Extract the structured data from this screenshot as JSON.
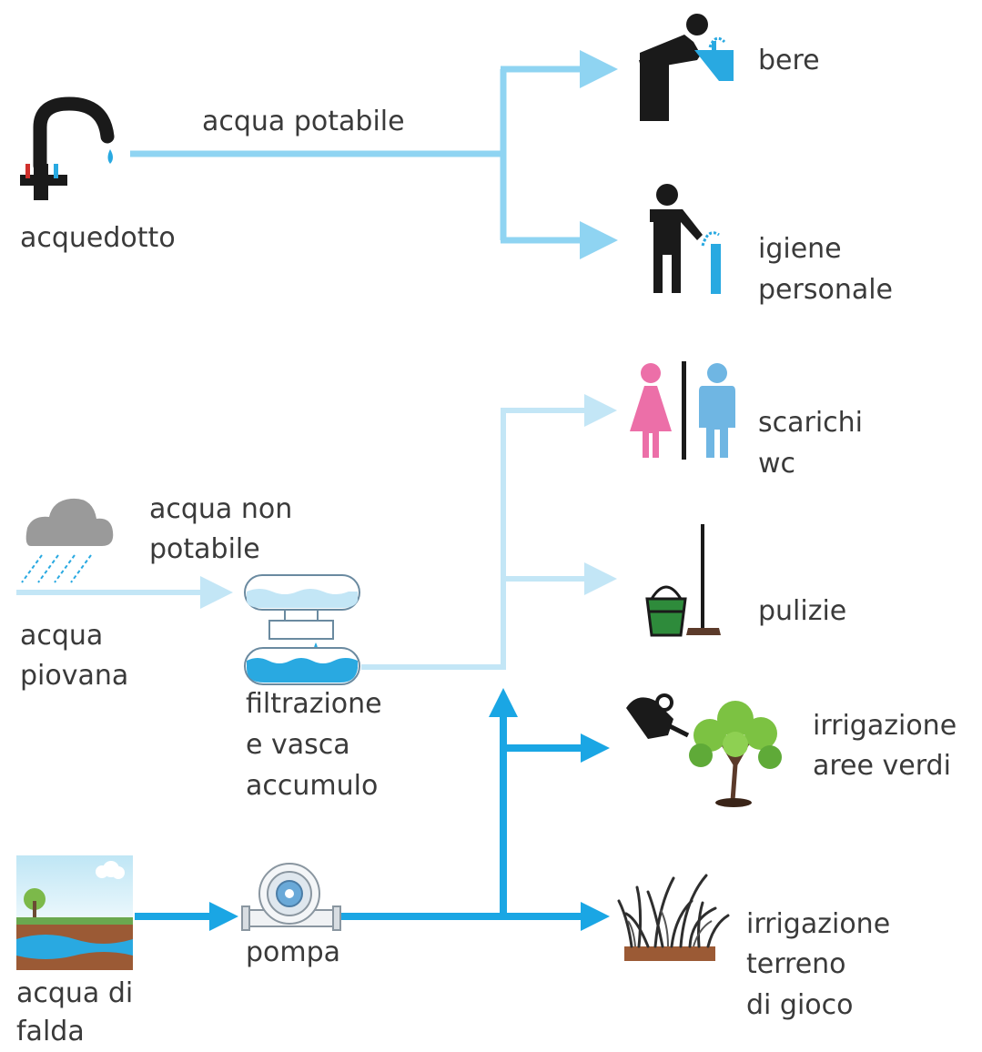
{
  "colors": {
    "potable": "#8fd4f2",
    "non_potable": "#c3e6f6",
    "groundwater": "#1aa6e4",
    "icon_dark": "#1a1a1a",
    "icon_blue": "#29a9e1",
    "pink": "#ec6fa8",
    "light_blue": "#6fb6e3",
    "cloud": "#9a9a9a",
    "green": "#2e8b3b",
    "leaf": "#7cc242",
    "soil": "#9b5a35"
  },
  "sources": {
    "aqueduct": {
      "label": "acquedotto",
      "icon": "faucet-icon"
    },
    "rainwater": {
      "line1": "acqua",
      "line2": "piovana",
      "icon": "rain-cloud-icon"
    },
    "groundwater": {
      "line1": "acqua di",
      "line2": "falda",
      "icon": "aquifer-icon"
    }
  },
  "flows": {
    "potable": "acqua potabile",
    "non_potable_line1": "acqua non",
    "non_potable_line2": "potabile"
  },
  "processes": {
    "filtration": {
      "line1": "filtrazione",
      "line2": "e vasca",
      "line3": "accumulo",
      "icon": "filter-tank-icon"
    },
    "pump": {
      "label": "pompa",
      "icon": "pump-icon"
    }
  },
  "uses": {
    "drink": {
      "label": "bere",
      "icon": "drinking-fountain-icon"
    },
    "hygiene": {
      "line1": "igiene",
      "line2": "personale",
      "icon": "washing-person-icon"
    },
    "wc": {
      "line1": "scarichi",
      "line2": "wc",
      "icon": "restroom-icon"
    },
    "cleaning": {
      "label": "pulizie",
      "icon": "bucket-mop-icon"
    },
    "irrigation_green": {
      "line1": "irrigazione",
      "line2": "aree verdi",
      "icon": "watering-can-tree-icon"
    },
    "irrigation_field": {
      "line1": "irrigazione",
      "line2": "terreno",
      "line3": "di gioco",
      "icon": "grass-turf-icon"
    }
  }
}
